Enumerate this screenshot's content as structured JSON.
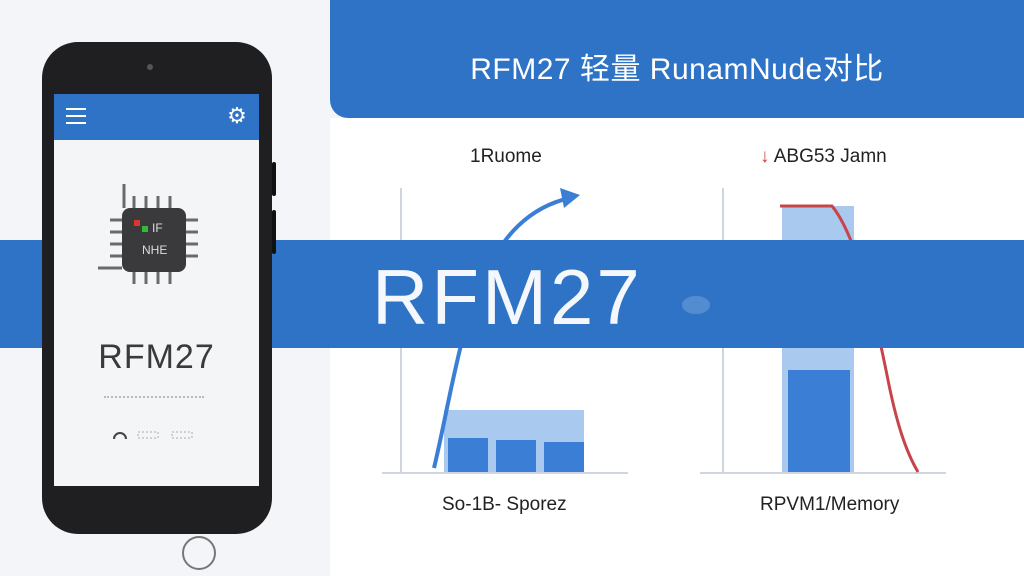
{
  "banner": {
    "title": "RFM27 轻量 RunamNude对比"
  },
  "band": {
    "title": "RFM27"
  },
  "phone": {
    "screen_title": "RFM27",
    "chip_label": "IF",
    "chip_label2": "NHE"
  },
  "charts": {
    "left": {
      "top_label": "1Ruome",
      "bottom_label": "So-1B- Sporez"
    },
    "right": {
      "top_label": "ABG53 Jamn",
      "top_icon": "↓",
      "bottom_label": "RPVM1/Memory"
    }
  },
  "colors": {
    "brand_blue": "#2f73c7",
    "bar_blue": "#3a7fd5",
    "bar_light": "#a9c9ef",
    "line_red": "#c9444a"
  }
}
